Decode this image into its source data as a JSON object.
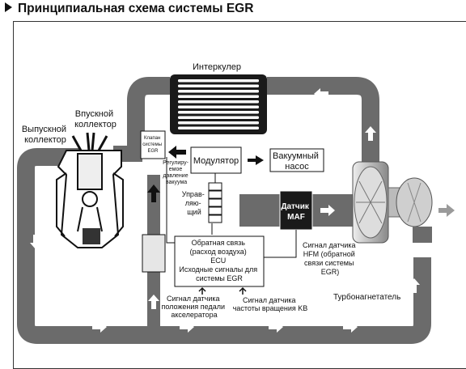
{
  "title": "Принципиальная схема системы EGR",
  "labels": {
    "intercooler": "Интеркулер",
    "intake_manifold": [
      "Впускной",
      "коллектор"
    ],
    "exhaust_manifold": [
      "Выпускной",
      "коллектор"
    ],
    "egr_valve": [
      "Клапан",
      "системы",
      "EGR"
    ],
    "vacuum_regulator": [
      "Регулиру-",
      "емое",
      "давление",
      "вакуума"
    ],
    "modulator": "Модулятор",
    "vacuum_pump": [
      "Вакуумный",
      "насос"
    ],
    "control": [
      "Управ-",
      "ляю-",
      "щий"
    ],
    "maf_sensor": [
      "Датчик",
      "MAF"
    ],
    "ecu_box": [
      "Обратная связь",
      "(расход воздуха)",
      "ECU",
      "Исходные сигналы для",
      "системы EGR"
    ],
    "hfm_signal": [
      "Сигнал датчика",
      "HFM (обратной",
      "связи системы",
      "EGR)"
    ],
    "pedal_signal": [
      "Сигнал датчика",
      "положения педали",
      "акселератора"
    ],
    "speed_signal": [
      "Сигнал датчика",
      "частоты вращения KB"
    ],
    "turbocharger": "Турбонагнетатель"
  },
  "colors": {
    "pipe": "#6b6b6b",
    "pipe_dark": "#4a4a4a",
    "maf_block": "#1a1a1a",
    "arrow_fill": "#ffffff",
    "outlet_arrow": "#9a9a9a"
  }
}
